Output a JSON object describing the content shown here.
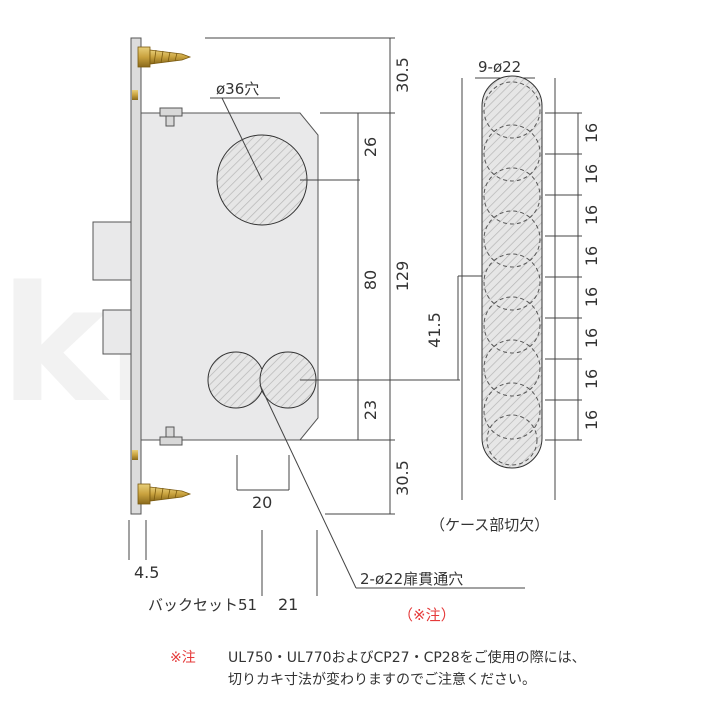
{
  "labels": {
    "hole_36": "ø36穴",
    "hole_22_count": "9-ø22",
    "case_cutout": "（ケース部切欠）",
    "through_hole": "2-ø22扉貫通穴",
    "note_marker": "（※注）",
    "backset_label": "バックセット51"
  },
  "dimensions": {
    "top_gap": "30.5",
    "upper": "26",
    "middle": "80",
    "lower": "23",
    "bottom_gap": "30.5",
    "total_height": "129",
    "offset": "41.5",
    "spacing_20": "20",
    "face_4_5": "4.5",
    "value_21": "21",
    "pitch": [
      "16",
      "16",
      "16",
      "16",
      "16",
      "16",
      "16",
      "16"
    ]
  },
  "note": {
    "marker": "※注",
    "line1": "UL750・UL770およびCP27・CP28をご使用の際には、",
    "line2": "切りカキ寸法が変わりますのでご注意ください。"
  },
  "watermark": "kn",
  "colors": {
    "body": "#e9e9ea",
    "face_plate": "#dcdcdc",
    "screw": "#c9a23e",
    "note_red": "#e53a3a",
    "line": "#444444"
  }
}
